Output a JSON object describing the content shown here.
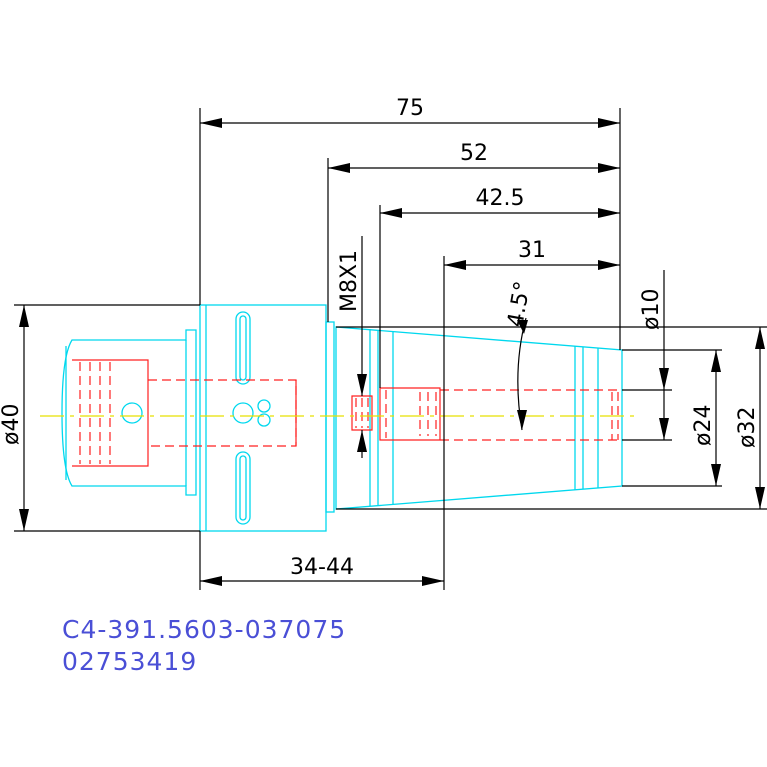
{
  "dimensions": {
    "overall_length": "75",
    "length_52": "52",
    "length_42_5": "42.5",
    "length_31": "31",
    "thread": "M8X1",
    "taper_angle": "4.5°",
    "dia_10": "ø10",
    "dia_24": "ø24",
    "dia_32": "ø32",
    "dia_40": "ø40",
    "gauge_range": "34-44"
  },
  "part_numbers": {
    "order_code": "C4-391.5603-037075",
    "item_number": "02753419"
  },
  "colors": {
    "outline": "#00d8ee",
    "hidden": "#ff2020",
    "centerline": "#e8e000",
    "dimension": "#000000",
    "text_blue": "#4a4fd6"
  }
}
